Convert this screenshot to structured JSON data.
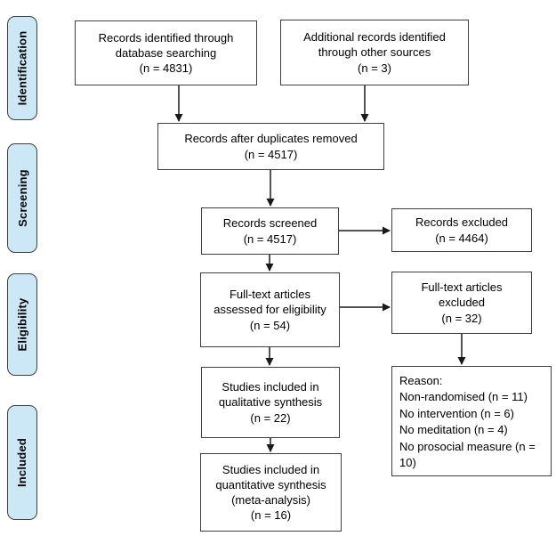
{
  "stages": [
    {
      "label": "Identification"
    },
    {
      "label": "Screening"
    },
    {
      "label": "Eligibility"
    },
    {
      "label": "Included"
    }
  ],
  "boxes": {
    "identified_db": "Records identified through\ndatabase searching\n(n = 4831)",
    "other_sources": "Additional records identified\nthrough other sources\n(n = 3)",
    "duplicates_removed": "Records after duplicates removed\n(n = 4517)",
    "screened": "Records screened\n(n = 4517)",
    "records_excluded": "Records excluded\n(n = 4464)",
    "fulltext_assessed": "Full-text articles\nassessed for eligibility\n(n = 54)",
    "fulltext_excluded": "Full-text articles\nexcluded\n(n = 32)",
    "qualitative": "Studies included in\nqualitative synthesis\n(n = 22)",
    "quantitative": "Studies included in\nquantitative synthesis\n(meta-analysis)\n(n = 16)",
    "exclusion_reasons": "Reason:\nNon-randomised (n = 11)\nNo intervention (n = 6)\nNo meditation (n = 4)\nNo prosocial measure (n = 10)"
  },
  "counts": {
    "identified_db": 4831,
    "other_sources": 3,
    "duplicates_removed": 4517,
    "screened": 4517,
    "records_excluded": 4464,
    "fulltext_assessed": 54,
    "fulltext_excluded": 32,
    "qualitative": 22,
    "quantitative": 16,
    "reason_non_randomised": 11,
    "reason_no_intervention": 6,
    "reason_no_meditation": 4,
    "reason_no_prosocial_measure": 10
  },
  "colors": {
    "stage_fill": "#cce7f6",
    "box_border": "#3f3f3f",
    "arrow": "#1a1a1a",
    "text": "#000000"
  }
}
